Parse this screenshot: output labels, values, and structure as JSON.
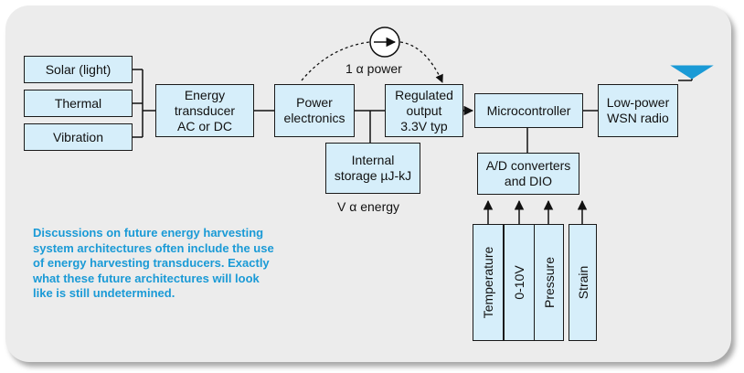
{
  "sources": [
    "Solar (light)",
    "Thermal",
    "Vibration"
  ],
  "blocks": {
    "transducer": "Energy\ntransducer\nAC or DC",
    "power_electronics": "Power\nelectronics",
    "regulated_output": "Regulated\noutput\n3.3V typ",
    "microcontroller": "Microcontroller",
    "radio": "Low-power\nWSN radio",
    "storage": "Internal\nstorage µJ-kJ",
    "adc": "A/D converters\nand DIO"
  },
  "labels": {
    "power_relation": "1 α power",
    "energy_relation": "V α energy"
  },
  "sensors": [
    "Temperature",
    "0-10V",
    "Pressure",
    "Strain"
  ],
  "note_lines": [
    "Discussions on future energy harvesting",
    "system architectures often include the use",
    "of energy harvesting transducers. Exactly",
    "what these future architectures will look",
    "like is still undetermined."
  ]
}
